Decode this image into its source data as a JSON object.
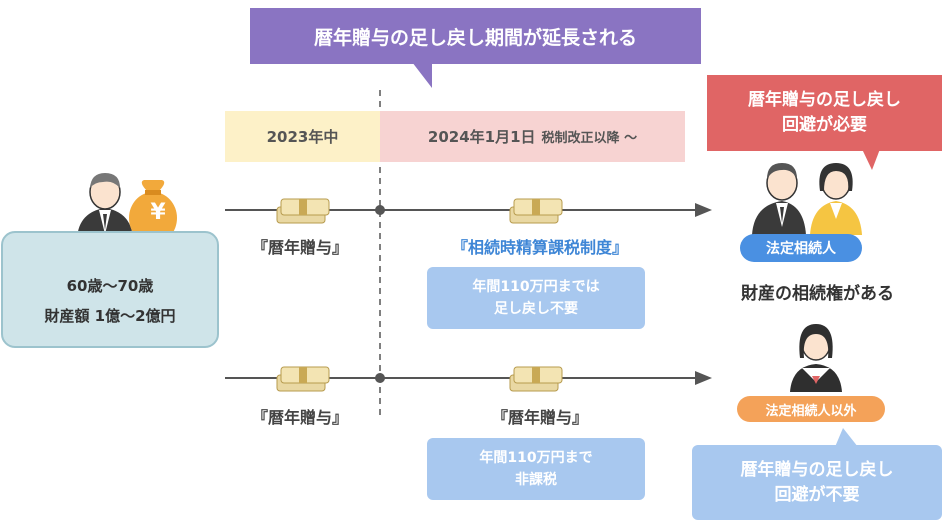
{
  "banner": {
    "text": "暦年贈与の足し戻し期間が延長される"
  },
  "periods": {
    "p2023": "2023年中",
    "p2024_main": "2024年1月1日",
    "p2024_sub": "税制改正以降 〜"
  },
  "donor": {
    "age": "60歳〜70歳",
    "assets": "財産額 1億〜2億円",
    "yen_symbol": "¥"
  },
  "top_row": {
    "left_label": "『暦年贈与』",
    "right_label": "『相続時精算課税制度』",
    "note_line1": "年間110万円までは",
    "note_line2": "足し戻し不要"
  },
  "bottom_row": {
    "left_label": "『暦年贈与』",
    "right_label": "『暦年贈与』",
    "note_line1": "年間110万円まで",
    "note_line2": "非課税"
  },
  "heirs": {
    "callout_line1": "暦年贈与の足し戻し",
    "callout_line2": "回避が必要",
    "badge": "法定相続人",
    "rights": "財産の相続権がある"
  },
  "non_heirs": {
    "badge": "法定相続人以外",
    "callout_line1": "暦年贈与の足し戻し",
    "callout_line2": "回避が不要"
  },
  "colors": {
    "banner": "#8a74c2",
    "red_callout": "#e06565",
    "blue_callout": "#a8c8ef",
    "accent_blue": "#4a90e2",
    "accent_orange": "#f4a259",
    "period_2023": "#fdf1c8",
    "period_2024": "#f7d3d2",
    "donor_box": "#cfe4e9",
    "money_bag": "#f2a93b"
  },
  "icons": [
    "cash-bundle-icon",
    "money-bag-icon",
    "businessman-icon",
    "couple-icon",
    "student-girl-icon"
  ]
}
